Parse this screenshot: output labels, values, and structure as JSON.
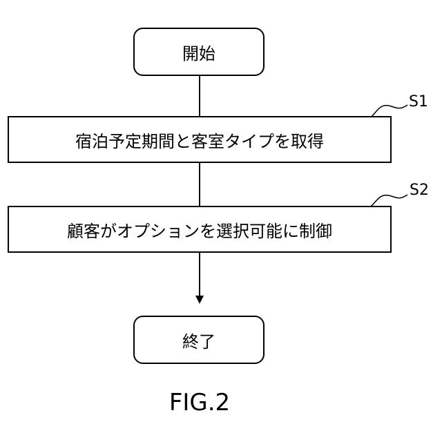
{
  "flowchart": {
    "start_label": "開始",
    "end_label": "終了",
    "steps": [
      {
        "id": "S1",
        "text": "宿泊予定期間と客室タイプを取得"
      },
      {
        "id": "S2",
        "text": "顧客がオプションを選択可能に制御"
      }
    ]
  },
  "caption": "FIG.2"
}
